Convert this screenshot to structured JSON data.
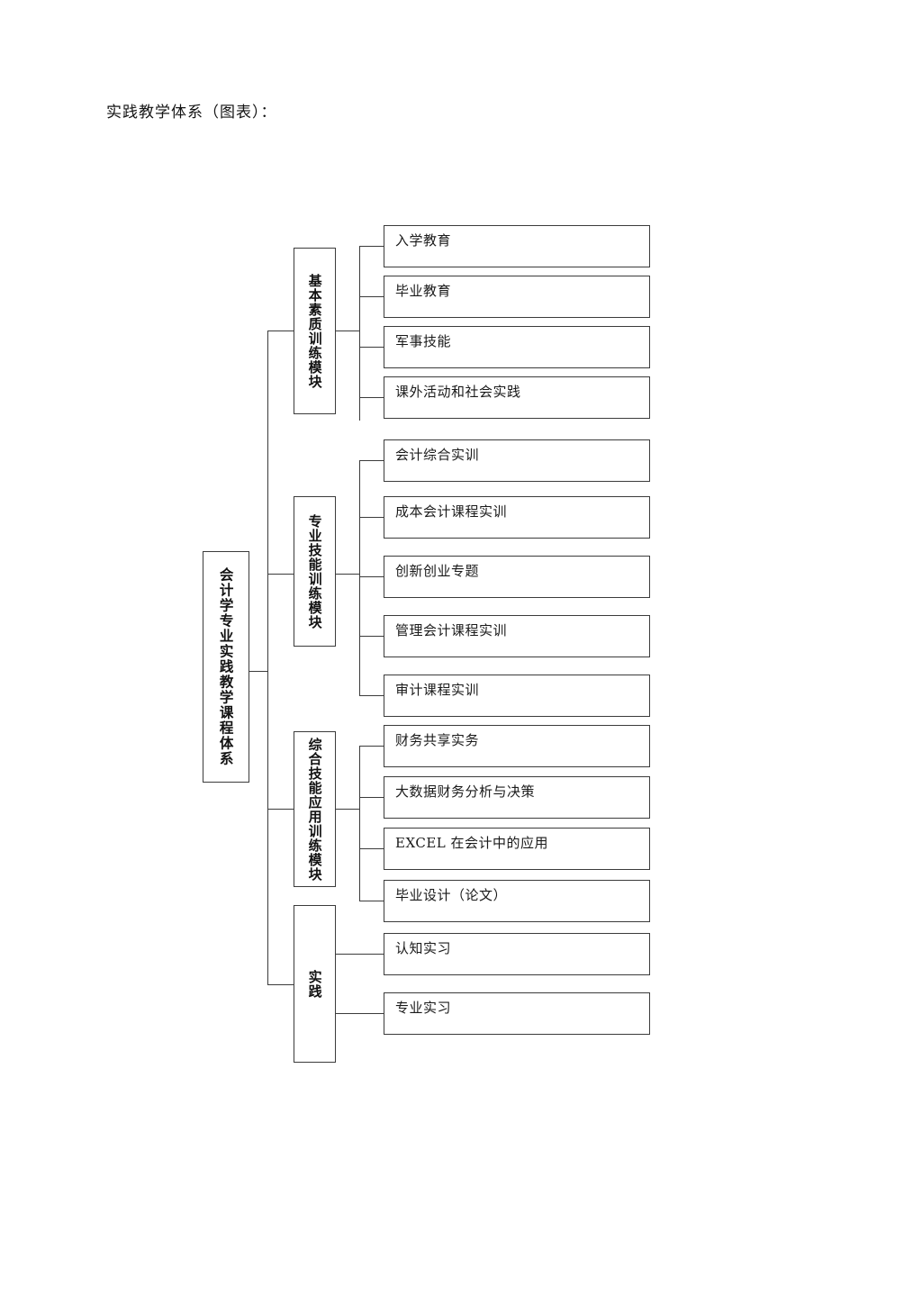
{
  "document": {
    "title": "实践教学体系（图表）："
  },
  "diagram": {
    "root": {
      "label": "会计学专业实践教学课程体系"
    },
    "modules": [
      {
        "label": "基本素质训练模块",
        "leaves": [
          {
            "label": "入学教育"
          },
          {
            "label": "毕业教育"
          },
          {
            "label": "军事技能"
          },
          {
            "label": "课外活动和社会实践"
          }
        ]
      },
      {
        "label": "专业技能训练模块",
        "leaves": [
          {
            "label": "会计综合实训"
          },
          {
            "label": "成本会计课程实训"
          },
          {
            "label": "创新创业专题"
          },
          {
            "label": "管理会计课程实训"
          },
          {
            "label": "审计课程实训"
          }
        ]
      },
      {
        "label": "综合技能应用训练模块",
        "leaves": [
          {
            "label": "财务共享实务"
          },
          {
            "label": "大数据财务分析与决策"
          },
          {
            "label": "EXCEL 在会计中的应用"
          },
          {
            "label": "毕业设计（论文）"
          }
        ]
      },
      {
        "label": "实践",
        "leaves": [
          {
            "label": "认知实习"
          },
          {
            "label": "专业实习"
          }
        ]
      }
    ],
    "colors": {
      "line": "#3b3b3b",
      "background": "#ffffff",
      "text": "#1a1a1a"
    }
  }
}
